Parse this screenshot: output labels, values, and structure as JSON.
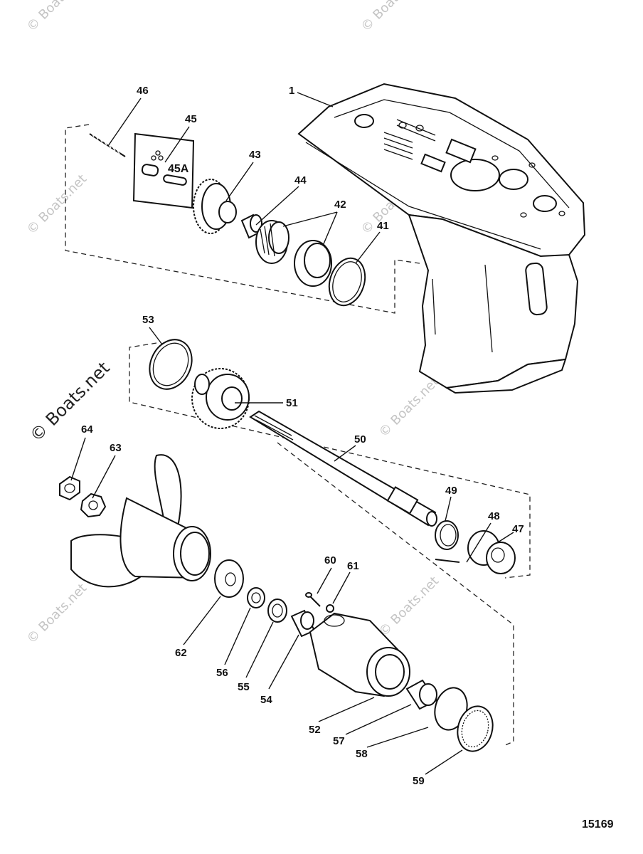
{
  "figure_number": "15169",
  "watermark": "© Boats.net",
  "callouts": {
    "p1": "1",
    "p41": "41",
    "p42": "42",
    "p43": "43",
    "p44": "44",
    "p45": "45",
    "p45a": "45A",
    "p46": "46",
    "p47": "47",
    "p48": "48",
    "p49": "49",
    "p50": "50",
    "p51": "51",
    "p52": "52",
    "p53": "53",
    "p54": "54",
    "p55": "55",
    "p56": "56",
    "p57": "57",
    "p58": "58",
    "p59": "59",
    "p60": "60",
    "p61": "61",
    "p62": "62",
    "p63": "63",
    "p64": "64"
  }
}
